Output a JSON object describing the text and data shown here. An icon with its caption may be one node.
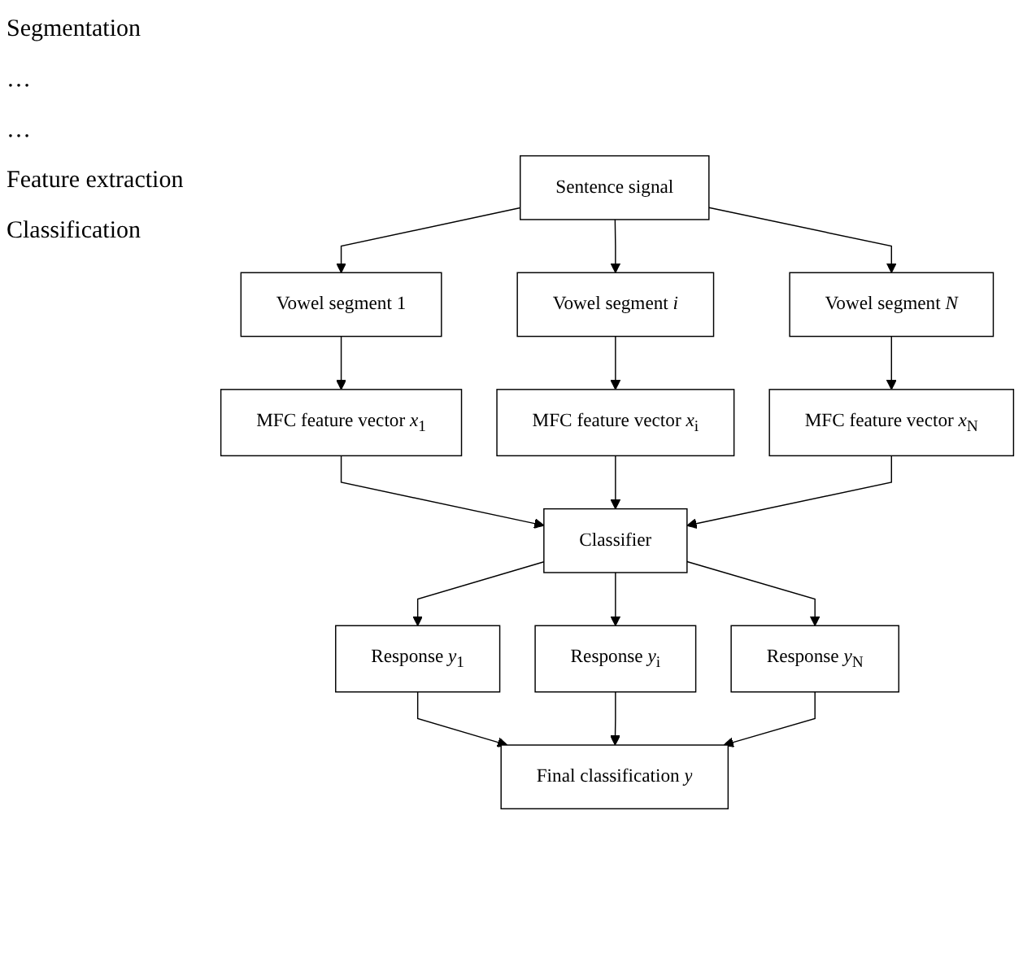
{
  "diagram": {
    "nodes": [
      {
        "text": [
          "Sentence signal"
        ]
      },
      {
        "text": [
          "Vowel segment 1"
        ]
      },
      {
        "text": [
          "Vowel segment *i*"
        ]
      },
      {
        "text": [
          "Vowel segment *N*"
        ]
      },
      {
        "text": [
          "MFC feature vector *x*$_{1}$"
        ]
      },
      {
        "text": [
          "MFC feature vector *x*$_{i}$"
        ]
      },
      {
        "text": [
          "MFC feature vector *x*$_{N}$"
        ]
      },
      {
        "text": [
          "Classifier"
        ]
      },
      {
        "text": [
          "Response *y*$_{1}$"
        ]
      },
      {
        "text": [
          "Response *y*$_{i}$"
        ]
      },
      {
        "text": [
          "Response *y*$_{N}$"
        ]
      },
      {
        "text": [
          "Final classification *y*"
        ]
      }
    ],
    "edges": [
      {
        "from": 0,
        "to": 1,
        "arrow": "to"
      },
      {
        "from": 0,
        "to": 2,
        "arrow": "to"
      },
      {
        "from": 0,
        "to": 3,
        "arrow": "to"
      },
      {
        "from": 1,
        "to": 4,
        "arrow": "to"
      },
      {
        "from": 2,
        "to": 5,
        "arrow": "to"
      },
      {
        "from": 3,
        "to": 6,
        "arrow": "to"
      },
      {
        "from": 4,
        "to": 7,
        "arrow": "to"
      },
      {
        "from": 5,
        "to": 7,
        "arrow": "to"
      },
      {
        "from": 6,
        "to": 7,
        "arrow": "to"
      },
      {
        "from": 7,
        "to": 8,
        "arrow": "to"
      },
      {
        "from": 7,
        "to": 9,
        "arrow": "to"
      },
      {
        "from": 7,
        "to": 10,
        "arrow": "to"
      },
      {
        "from": 8,
        "to": 11,
        "arrow": "to"
      },
      {
        "from": 9,
        "to": 11,
        "arrow": "to"
      },
      {
        "from": 10,
        "to": 11,
        "arrow": "to"
      }
    ],
    "labels": [
      "Segmentation",
      "…",
      "…",
      "Feature extraction",
      "Classification"
    ]
  }
}
